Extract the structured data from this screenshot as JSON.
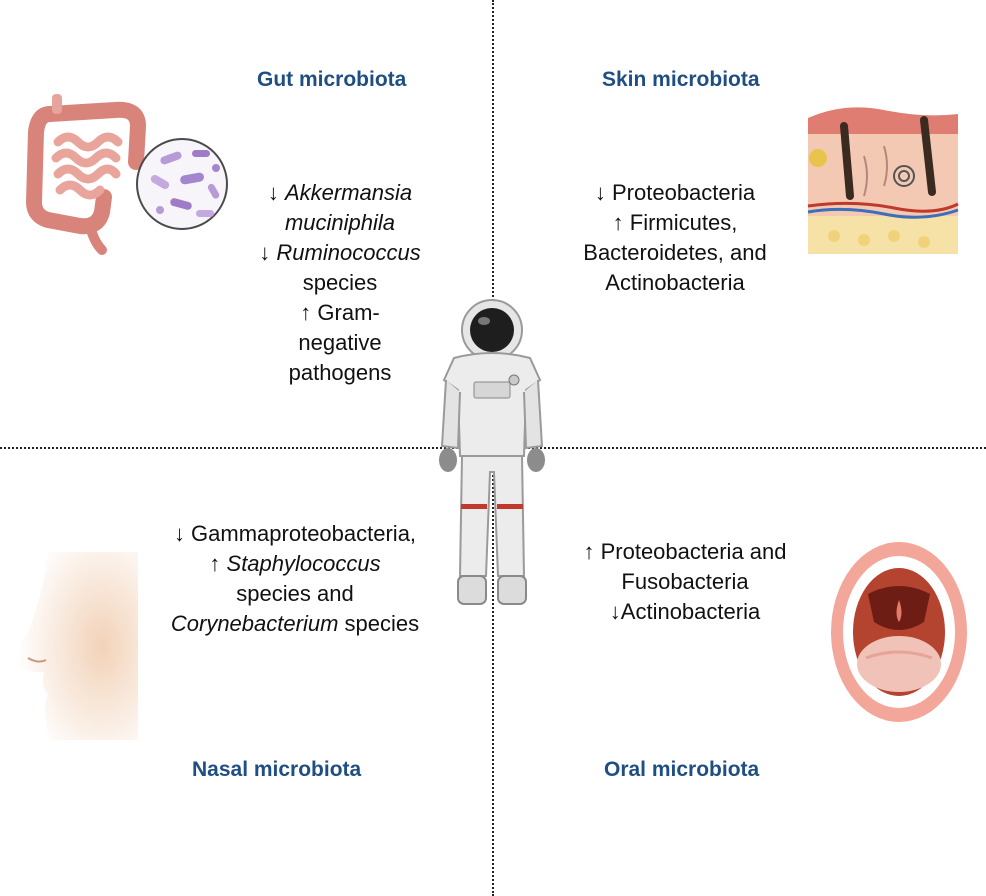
{
  "colors": {
    "heading": "#1f4f82",
    "divider": "#222222"
  },
  "quadrants": {
    "gut": {
      "title": "Gut microbiota",
      "findings": [
        {
          "arrow": "↓",
          "name": "Akkermansia muciniphila",
          "italic": true
        },
        {
          "arrow": "↓",
          "name": "Ruminococcus",
          "italic": true,
          "suffix": "species"
        },
        {
          "arrow": "↑",
          "name": "Gram-negative pathogens",
          "italic": false
        }
      ],
      "text_lines": [
        {
          "arrow": "↓ ",
          "italic": "Akkermansia"
        },
        {
          "italic": "muciniphila"
        },
        {
          "arrow": "↓ ",
          "italic": "Ruminococcus"
        },
        {
          "text": "species"
        },
        {
          "arrow": "↑ ",
          "text": "Gram-"
        },
        {
          "text": "negative"
        },
        {
          "text": "pathogens"
        }
      ]
    },
    "skin": {
      "title": "Skin microbiota",
      "text_lines": [
        {
          "text": "↓ Proteobacteria"
        },
        {
          "text": "↑ Firmicutes,"
        },
        {
          "text": "Bacteroidetes, and"
        },
        {
          "text": "Actinobacteria"
        }
      ]
    },
    "nasal": {
      "title": "Nasal microbiota",
      "text_lines": [
        {
          "text": "↓ Gammaproteobacteria,"
        },
        {
          "arrow": "↑ ",
          "italic": "Staphylococcus"
        },
        {
          "text": "species and"
        },
        {
          "italic": "Corynebacterium",
          "text_after": " species"
        }
      ]
    },
    "oral": {
      "title": "Oral microbiota",
      "text_lines": [
        {
          "text": "↑ Proteobacteria and"
        },
        {
          "text": "Fusobacteria"
        },
        {
          "text": "↓Actinobacteria"
        }
      ]
    }
  },
  "icons": {
    "gut": "intestine-with-bacteria-icon",
    "skin": "skin-cross-section-icon",
    "nasal": "nose-profile-icon",
    "oral": "open-mouth-icon",
    "center": "astronaut-icon"
  }
}
